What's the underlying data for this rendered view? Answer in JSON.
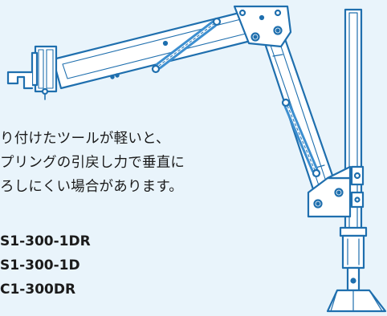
{
  "note": {
    "lines": [
      "り付けたツールが軽いと、",
      "プリングの引戻し力で垂直に",
      "ろしにくい場合があります。"
    ]
  },
  "models": [
    "S1-300-1DR",
    "S1-300-1D",
    "C1-300DR"
  ],
  "colors": {
    "background": "#e9f4fb",
    "line": "#1f6fae",
    "spring": "#3d8fd0",
    "text": "#1b1b1b"
  },
  "icons": [
    "balancer-arm-illustration"
  ]
}
